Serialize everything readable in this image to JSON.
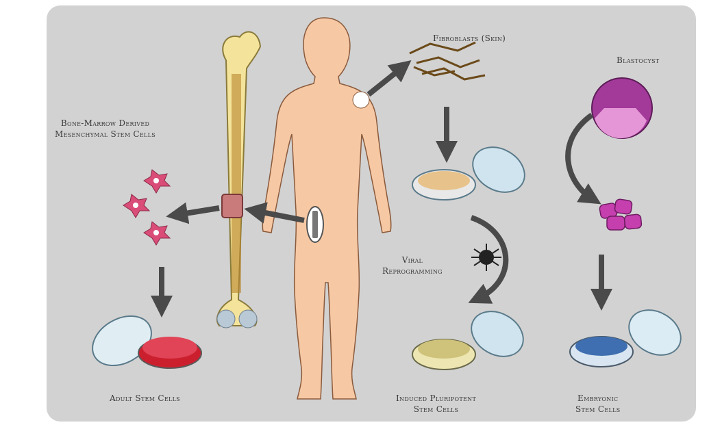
{
  "labels": {
    "fibroblasts": "Fibroblasts (Skin)",
    "blastocyst": "Blastocyst",
    "bone_marrow_line1": "Bone-Marrow Derived",
    "bone_marrow_line2": "Mesenchymal Stem Cells",
    "viral_line1": "Viral",
    "viral_line2": "Reprogramming",
    "adult": "Adult Stem Cells",
    "ipsc_line1": "Induced Pluripotent",
    "ipsc_line2": "Stem Cells",
    "embryonic_line1": "Embryonic",
    "embryonic_line2": "Stem Cells"
  },
  "colors": {
    "background": "#d2d2d2",
    "skin": "#f6c8a4",
    "bone": "#f4e39a",
    "marrow": "#b8862e",
    "mesenchymal_cell": "#d94d78",
    "adult_cells": "#cc1f2e",
    "blastocyst": "#a33a9a",
    "embryonic_cells": "#3f6fb0",
    "ipsc_cells": "#cfc27a",
    "dish": "#cfe4ee",
    "arrow": "#4a4a4a"
  }
}
